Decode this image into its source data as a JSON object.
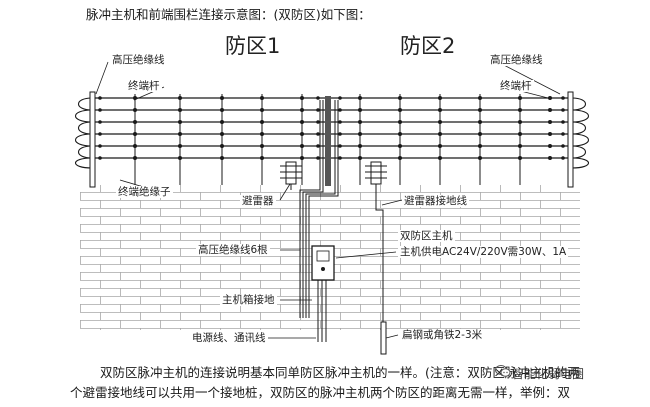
{
  "caption": "脉冲主机和前端围栏连接示意图：(双防区)如下图：",
  "zones": {
    "zone1": "防区1",
    "zone2": "防区2"
  },
  "labels": {
    "hv_wire_left": "高压绝缘线",
    "hv_wire_right": "高压绝缘线",
    "terminal_pole_left": "终端杆",
    "terminal_pole_right": "终端杆",
    "terminal_insulator": "终端绝缘子",
    "lightning_arrester": "避雷器",
    "arrester_ground_wire": "避雷器接地线",
    "hv_wire_6": "高压绝缘线6根",
    "host_title": "双防区主机",
    "host_power": "主机供电AC24V/220V需30W、1A",
    "host_box_ground": "主机箱接地",
    "power_comm_lines": "电源线、通讯线",
    "flat_steel": "扁钢或角铁2-3米"
  },
  "paragraph": {
    "line1": "双防区脉冲主机的连接说明基本同单防区脉冲主机的一样。(注意：双防区脉冲主机的两",
    "line2": "个避雷接地线可以共用一个接地桩，双防区的脉冲主机两个防区的距离无需一样，举例：双"
  },
  "watermark": "智能化弱电圈",
  "icons": {
    "watermark": "chat-bubbles-icon"
  },
  "colors": {
    "line": "#1a1a1a",
    "brick": "#9a9a9a",
    "accent_pole": "#555555"
  }
}
